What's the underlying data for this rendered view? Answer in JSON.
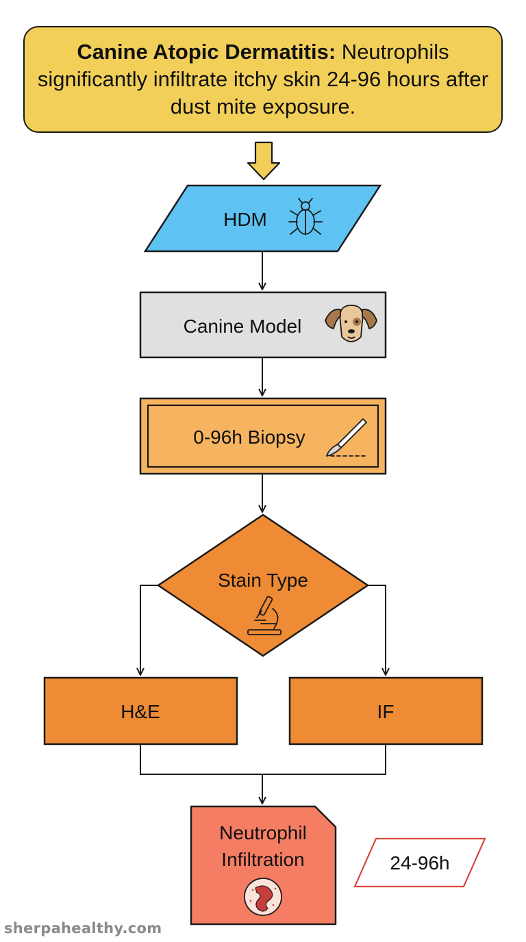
{
  "title": {
    "bold": "Canine Atopic Dermatitis:",
    "rest": " Neutrophils significantly infiltrate itchy skin 24-96 hours after dust mite exposure."
  },
  "nodes": {
    "hdm": {
      "label": "HDM",
      "icon": "bug-icon",
      "color": "#5ec3f2"
    },
    "canine_model": {
      "label": "Canine Model",
      "icon": "dog-icon",
      "color": "#e0e0e0"
    },
    "biopsy": {
      "label": "0-96h Biopsy",
      "icon": "scalpel-icon",
      "color": "#f6b460"
    },
    "stain_type": {
      "label": "Stain Type",
      "icon": "microscope-icon",
      "color": "#ee8b34"
    },
    "he": {
      "label": "H&E",
      "color": "#ee8b34"
    },
    "if": {
      "label": "IF",
      "color": "#ee8b34"
    },
    "neutrophil": {
      "label_line1": "Neutrophil",
      "label_line2": "Infiltration",
      "icon": "neutrophil-cell-icon",
      "color": "#f47d63"
    },
    "timeframe": {
      "label": "24-96h",
      "border_color": "#d9473a"
    }
  },
  "watermark": "sherpahealthy.com"
}
